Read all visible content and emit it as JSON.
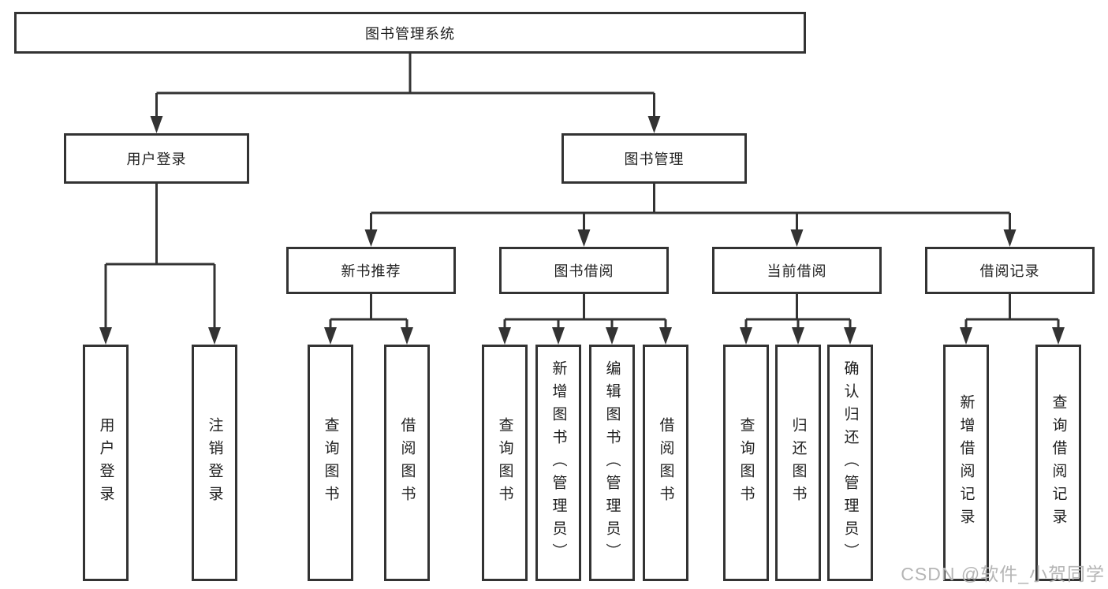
{
  "diagram": {
    "root": {
      "label": "图书管理系统",
      "children": [
        {
          "label": "用户登录",
          "children": [
            {
              "label": "用户登录"
            },
            {
              "label": "注销登录"
            }
          ]
        },
        {
          "label": "图书管理",
          "children": [
            {
              "label": "新书推荐",
              "children": [
                {
                  "label": "查询图书"
                },
                {
                  "label": "借阅图书"
                }
              ]
            },
            {
              "label": "图书借阅",
              "children": [
                {
                  "label": "查询图书"
                },
                {
                  "label": "新增图书（管理员）"
                },
                {
                  "label": "编辑图书（管理员）"
                },
                {
                  "label": "借阅图书"
                }
              ]
            },
            {
              "label": "当前借阅",
              "children": [
                {
                  "label": "查询图书"
                },
                {
                  "label": "归还图书"
                },
                {
                  "label": "确认归还（管理员）"
                }
              ]
            },
            {
              "label": "借阅记录",
              "children": [
                {
                  "label": "新增借阅记录"
                },
                {
                  "label": "查询借阅记录"
                }
              ]
            }
          ]
        }
      ]
    },
    "watermark": "CSDN @软件_小贺同学",
    "colors": {
      "line": "#333333",
      "text": "#1f1f1f",
      "watermark": "#b5b5b5",
      "background": "#ffffff"
    }
  }
}
